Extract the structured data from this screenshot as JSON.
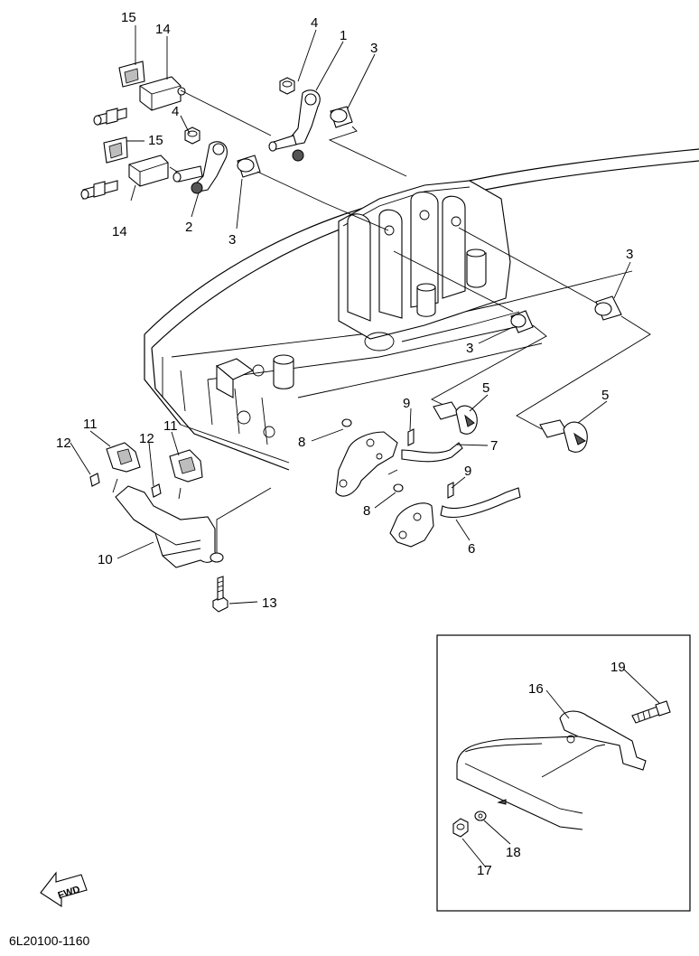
{
  "diagram": {
    "part_labels": {
      "p1": "1",
      "p2": "2",
      "p3a": "3",
      "p3b": "3",
      "p3c": "3",
      "p3d": "3",
      "p4a": "4",
      "p4b": "4",
      "p5a": "5",
      "p5b": "5",
      "p6": "6",
      "p7": "7",
      "p8a": "8",
      "p8b": "8",
      "p9a": "9",
      "p9b": "9",
      "p10": "10",
      "p11a": "11",
      "p11b": "11",
      "p12a": "12",
      "p12b": "12",
      "p13": "13",
      "p14a": "14",
      "p14b": "14",
      "p15a": "15",
      "p15b": "15",
      "p16": "16",
      "p17": "17",
      "p18": "18",
      "p19": "19"
    },
    "fwd_label": "FWD",
    "document_code": "6L20100-1160"
  }
}
